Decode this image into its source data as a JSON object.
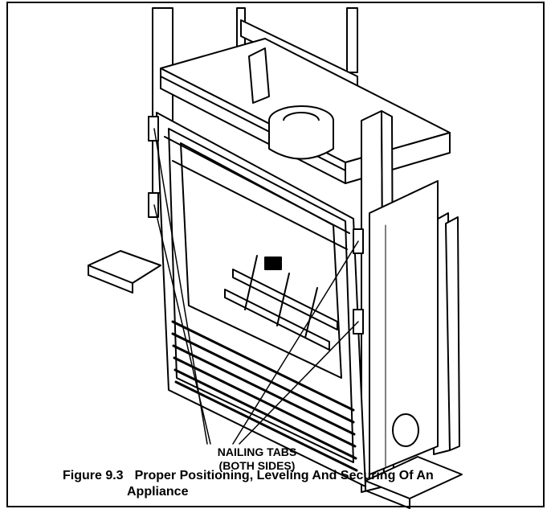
{
  "callout": {
    "line1": "NAILING TABS",
    "line2": "(BOTH SIDES)"
  },
  "caption": {
    "number": "Figure 9.3",
    "line1": "Proper Positioning, Leveling And Securing Of An",
    "line2": "Appliance"
  }
}
